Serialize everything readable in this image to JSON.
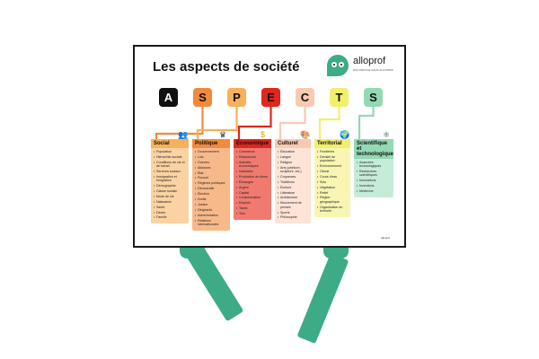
{
  "poster": {
    "title": "Les aspects de société",
    "brand": "alloprof",
    "brand_tagline": "PAS D'ÉCOLE SANS ALLOPROF",
    "credit": "alloprof",
    "letters": [
      {
        "letter": "A",
        "color": "#111111",
        "text_color": "#ffffff"
      },
      {
        "letter": "S",
        "color": "#f28a3c",
        "text_color": "#111111"
      },
      {
        "letter": "P",
        "color": "#f6b15a",
        "text_color": "#111111"
      },
      {
        "letter": "E",
        "color": "#e1261c",
        "text_color": "#111111"
      },
      {
        "letter": "C",
        "color": "#f9c9b1",
        "text_color": "#111111"
      },
      {
        "letter": "T",
        "color": "#f3ef6e",
        "text_color": "#111111"
      },
      {
        "letter": "S",
        "color": "#93d9b4",
        "text_color": "#111111"
      }
    ],
    "columns": [
      {
        "title": "Social",
        "icon": "people-icon",
        "glyph": "👥",
        "color": "#f6b15a",
        "body_color": "#fbd3a2",
        "items": [
          "Population",
          "Hiérarchie sociale",
          "Conditions de vie et de travail",
          "Services sociaux",
          "Immigration et émigration",
          "Démographie",
          "Classe sociale",
          "Mode de vie",
          "Naissance",
          "Santé",
          "Décès",
          "Famille"
        ]
      },
      {
        "title": "Politique",
        "icon": "crown-icon",
        "glyph": "♛",
        "color": "#f28a3c",
        "body_color": "#f8b98a",
        "items": [
          "Gouvernement",
          "Lois",
          "Guerres",
          "Alliances",
          "État",
          "Pouvoir",
          "Régimes politiques",
          "Démocratie",
          "Élection",
          "Droits",
          "Justice",
          "Dirigeants",
          "Administration",
          "Relations internationales"
        ]
      },
      {
        "title": "Économique",
        "icon": "money-bag-icon",
        "glyph": "$",
        "color": "#e1261c",
        "body_color": "#f07a70",
        "items": [
          "Commerce",
          "Ressources",
          "Activités économiques",
          "Industries",
          "Production de biens",
          "Échanges",
          "Argent",
          "Capital",
          "Consommation",
          "Emplois",
          "Taxes",
          "Troc"
        ]
      },
      {
        "title": "Culturel",
        "icon": "palette-icon",
        "glyph": "🎨",
        "color": "#f9c9b1",
        "body_color": "#fde4d7",
        "items": [
          "Éducation",
          "Langue",
          "Religion",
          "Arts (peinture, sculpture, etc.)",
          "Croyances",
          "Traditions",
          "Écriture",
          "Littérature",
          "Architecture",
          "Mouvement de pensée",
          "Sports",
          "Philosophie"
        ]
      },
      {
        "title": "Territorial",
        "icon": "globe-icon",
        "glyph": "🌍",
        "color": "#f3ef6e",
        "body_color": "#f8f6b2",
        "items": [
          "Frontières",
          "Densité de population",
          "Environnement",
          "Climat",
          "Cours d'eau",
          "Sols",
          "Végétation",
          "Relief",
          "Région géographique",
          "Organisation du territoire"
        ]
      },
      {
        "title": "Scientifique et technologique",
        "icon": "atom-icon",
        "glyph": "⚛",
        "color": "#93d9b4",
        "body_color": "#c6ecd8",
        "items": [
          "Avancées technologiques",
          "Recherches scientifiques",
          "Innovations",
          "Inventions",
          "Médecine"
        ]
      }
    ]
  }
}
